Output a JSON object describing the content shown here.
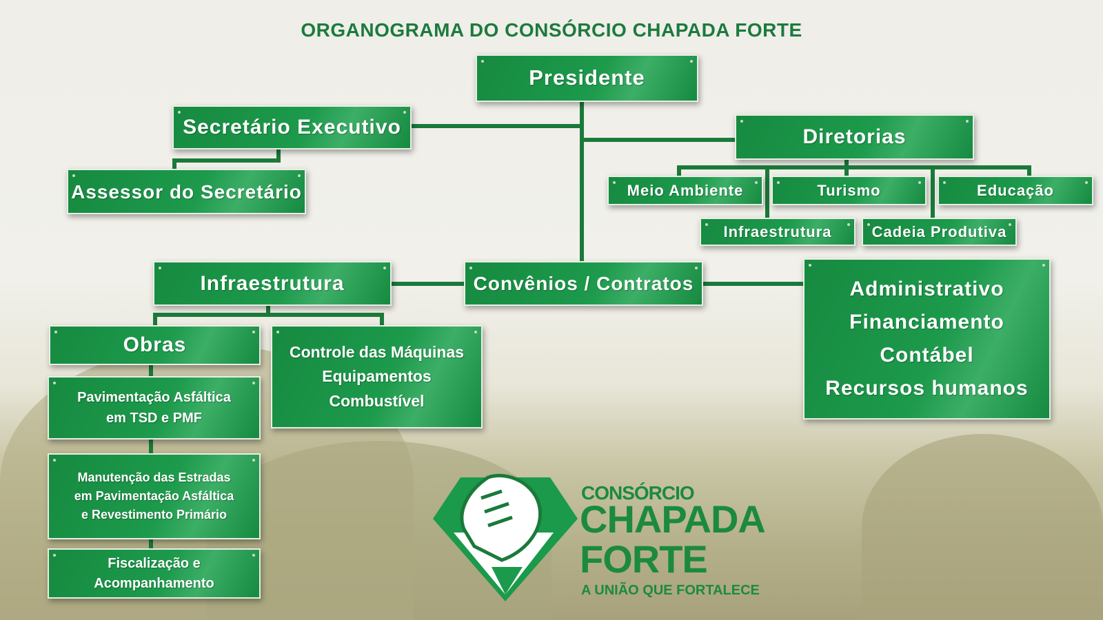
{
  "title": "ORGANOGRAMA DO CONSÓRCIO CHAPADA FORTE",
  "nodes": {
    "presidente": "Presidente",
    "secretario": "Secretário Executivo",
    "assessor": "Assessor do Secretário",
    "diretorias": "Diretorias",
    "meio_ambiente": "Meio Ambiente",
    "turismo": "Turismo",
    "educacao": "Educação",
    "dir_infra": "Infraestrutura",
    "cadeia": "Cadeia Produtiva",
    "convenios": "Convênios / Contratos",
    "infra": "Infraestrutura",
    "admin": [
      "Administrativo",
      "Financiamento",
      "Contábel",
      "Recursos humanos"
    ],
    "obras": "Obras",
    "controle": [
      "Controle das Máquinas",
      "Equipamentos",
      "Combustível"
    ],
    "pavimentacao": [
      "Pavimentação Asfáltica",
      "em TSD e PMF"
    ],
    "manutencao": [
      "Manutenção das Estradas",
      "em Pavimentação Asfáltica",
      "e Revestimento Primário"
    ],
    "fiscalizacao": [
      "Fiscalização e",
      "Acompanhamento"
    ]
  },
  "logo": {
    "line1": "CONSÓRCIO",
    "line2": "CHAPADA",
    "line3": "FORTE",
    "tagline": "A UNIÃO QUE FORTALECE"
  },
  "colors": {
    "green": "#1a8f44",
    "line": "#1a7a3a",
    "title": "#1c7a3e"
  }
}
